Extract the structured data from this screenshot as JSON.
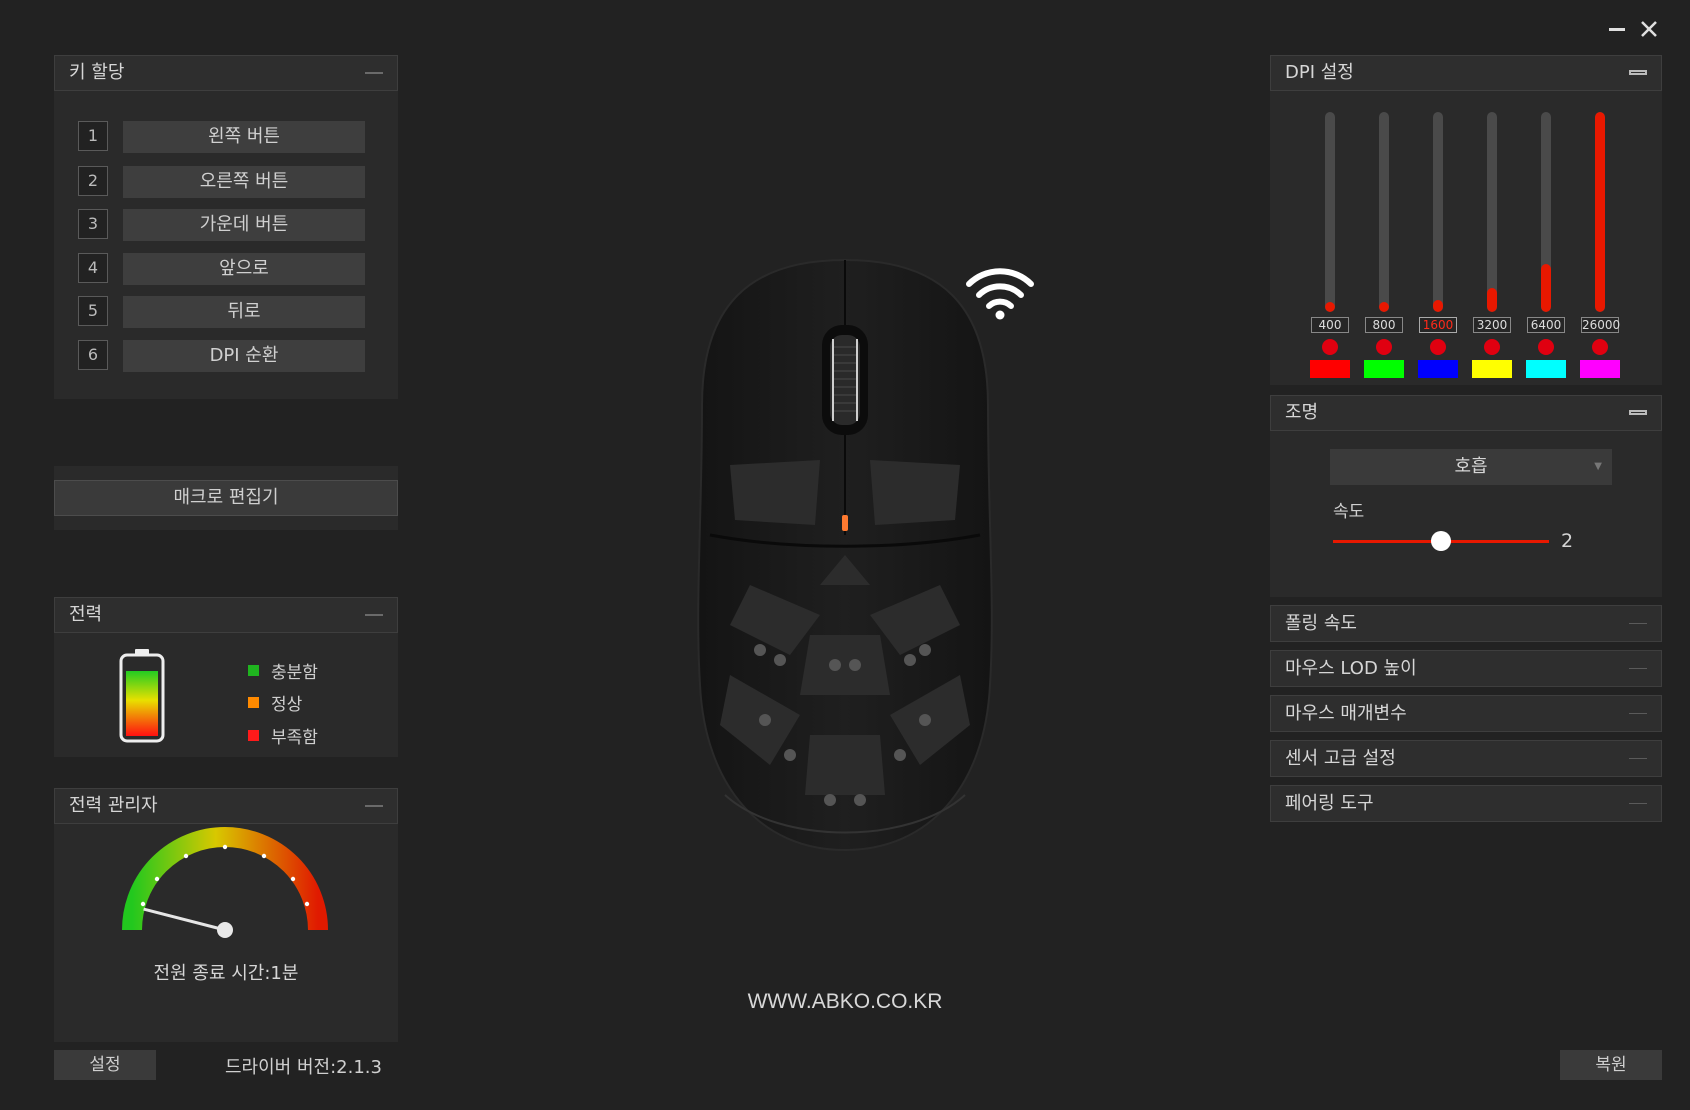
{
  "window": {
    "minimize_icon": "minimize-icon",
    "close_icon": "close-icon"
  },
  "key_assign": {
    "title": "키 할당",
    "rows": [
      {
        "num": "1",
        "label": "왼쪽 버튼"
      },
      {
        "num": "2",
        "label": "오른쪽 버튼"
      },
      {
        "num": "3",
        "label": "가운데 버튼"
      },
      {
        "num": "4",
        "label": "앞으로"
      },
      {
        "num": "5",
        "label": "뒤로"
      },
      {
        "num": "6",
        "label": "DPI 순환"
      }
    ]
  },
  "macro": {
    "label": "매크로 편집기"
  },
  "power": {
    "title": "전력",
    "battery_level": 0.85,
    "legend": [
      {
        "label": "충분함",
        "color": "#1fb41f"
      },
      {
        "label": "정상",
        "color": "#ff8a00"
      },
      {
        "label": "부족함",
        "color": "#ff1a1a"
      }
    ]
  },
  "power_manager": {
    "title": "전력 관리자",
    "shutdown_text": "전원 종료 시간:1분",
    "gauge_fraction": 0.08
  },
  "footer": {
    "settings_label": "설정",
    "driver_version": "드라이버 버전:2.1.3",
    "website": "WWW.ABKO.CO.KR",
    "restore_label": "복원"
  },
  "dpi": {
    "title": "DPI 설정",
    "levels": [
      {
        "value": "400",
        "fill": 0.03,
        "color": "#ff0000",
        "active": false
      },
      {
        "value": "800",
        "fill": 0.03,
        "color": "#00ff00",
        "active": false
      },
      {
        "value": "1600",
        "fill": 0.06,
        "color": "#0000ff",
        "active": true
      },
      {
        "value": "3200",
        "fill": 0.12,
        "color": "#ffff00",
        "active": false
      },
      {
        "value": "6400",
        "fill": 0.24,
        "color": "#00ffff",
        "active": false
      },
      {
        "value": "26000",
        "fill": 1.0,
        "color": "#ff00ff",
        "active": false
      }
    ]
  },
  "lighting": {
    "title": "조명",
    "mode": "호흡",
    "speed_label": "속도",
    "speed_value": "2",
    "speed_fraction": 0.5
  },
  "side_items": [
    "폴링 속도",
    "마우스 LOD 높이",
    "마우스 매개변수",
    "센서 고급 설정",
    "페어링 도구"
  ],
  "colors": {
    "accent": "#e81800",
    "background": "#222222",
    "panel": "#2a2a2a"
  }
}
